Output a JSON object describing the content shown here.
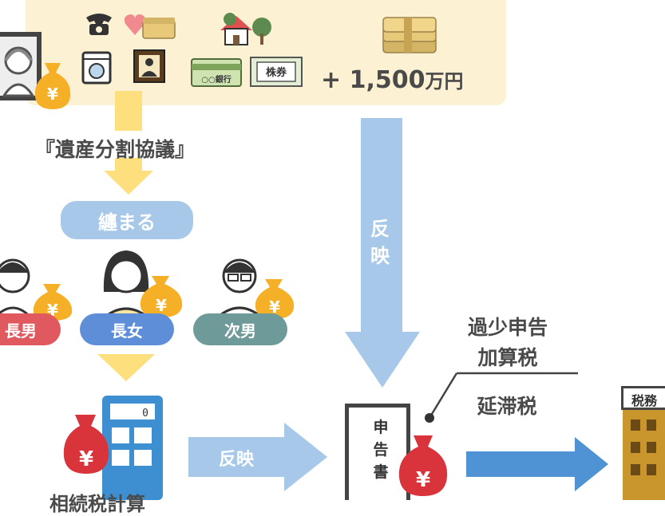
{
  "top_panel": {
    "amount": "+ 1,500",
    "amount_unit": "万円",
    "bank_label": "○○銀行",
    "stock_label": "株券"
  },
  "agreement": {
    "title": "『遺産分割協議』",
    "status": "纏まる"
  },
  "heirs": [
    {
      "label": "長男",
      "color": "#e0595f"
    },
    {
      "label": "長女",
      "color": "#5f8ed8"
    },
    {
      "label": "次男",
      "color": "#6f9a9a"
    }
  ],
  "calculation": {
    "display": "0",
    "caption": "相続税計算"
  },
  "arrows": {
    "reflect_vertical": "反映",
    "reflect_horizontal": "反映"
  },
  "tax_return": {
    "document_label": "申告書"
  },
  "penalties": {
    "underreport": "過少申告加算税",
    "underreport_line1": "過少申告",
    "underreport_line2": "加算税",
    "delinquency": "延滞税"
  },
  "office": {
    "sign": "税務署",
    "sign_visible": "税務"
  },
  "colors": {
    "panel_bg": "#fcf1d2",
    "arrow_yellow": "#fddf7d",
    "arrow_blue_light": "#a7c8e8",
    "arrow_blue": "#4f93d4",
    "bag_orange": "#f5b028",
    "bag_red": "#d9343c"
  }
}
